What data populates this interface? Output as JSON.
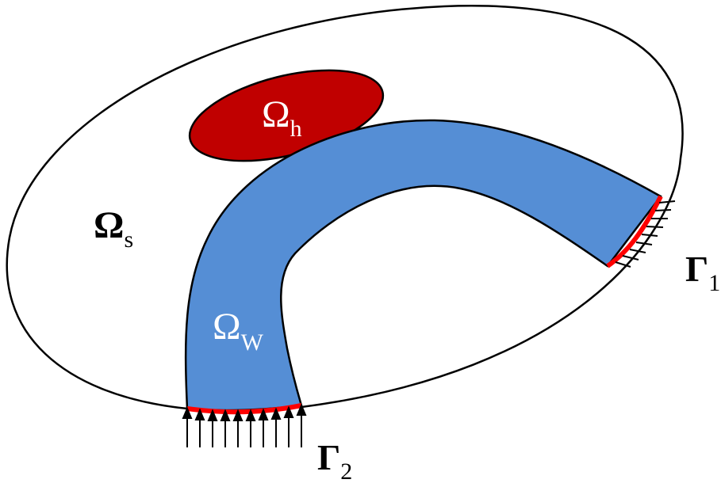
{
  "diagram": {
    "labels": {
      "omega_h": {
        "main": "Ω",
        "sub": "h"
      },
      "omega_s": {
        "main": "Ω",
        "sub": "s"
      },
      "omega_w": {
        "main": "Ω",
        "sub": "W"
      },
      "gamma_1": {
        "main": "Γ",
        "sub": "1"
      },
      "gamma_2": {
        "main": "Γ",
        "sub": "2"
      }
    },
    "colors": {
      "outline": "#000000",
      "hole_fill": "#c00000",
      "well_fill": "#558ed5",
      "boundary_highlight": "#ff0000",
      "label_light": "#ffffff",
      "label_dark": "#000000"
    }
  }
}
